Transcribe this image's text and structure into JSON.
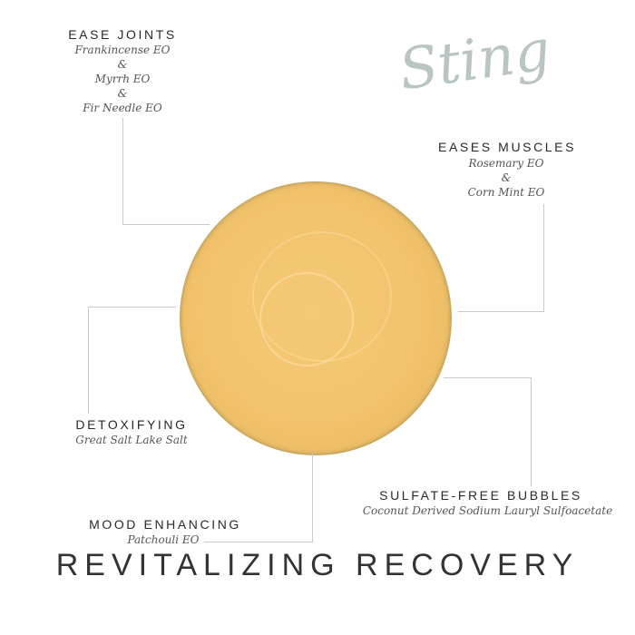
{
  "brand": {
    "name": "Sting",
    "color": "#b9c6c0"
  },
  "product": {
    "description": "yellow bath bomb with green-gray rim",
    "fill_color": "#f2c36c",
    "rim_color": "#5f6e5e"
  },
  "callouts": [
    {
      "heading": "EASE JOINTS",
      "lines": [
        "Frankincense EO",
        "&",
        "Myrrh EO",
        "&",
        "Fir Needle EO"
      ]
    },
    {
      "heading": "EASES MUSCLES",
      "lines": [
        "Rosemary EO",
        "&",
        "Corn Mint EO"
      ]
    },
    {
      "heading": "DETOXIFYING",
      "lines": [
        "Great Salt Lake Salt"
      ]
    },
    {
      "heading": "SULFATE-FREE BUBBLES",
      "lines": [
        "Coconut Derived Sodium Lauryl Sulfoacetate"
      ]
    },
    {
      "heading": "MOOD ENHANCING",
      "lines": [
        "Patchouli EO"
      ]
    }
  ],
  "tagline": "REVITALIZING RECOVERY",
  "colors": {
    "background": "#ffffff",
    "connector_line": "#c6cccc",
    "heading_text": "#2a2a2a",
    "sub_text": "#555555"
  }
}
